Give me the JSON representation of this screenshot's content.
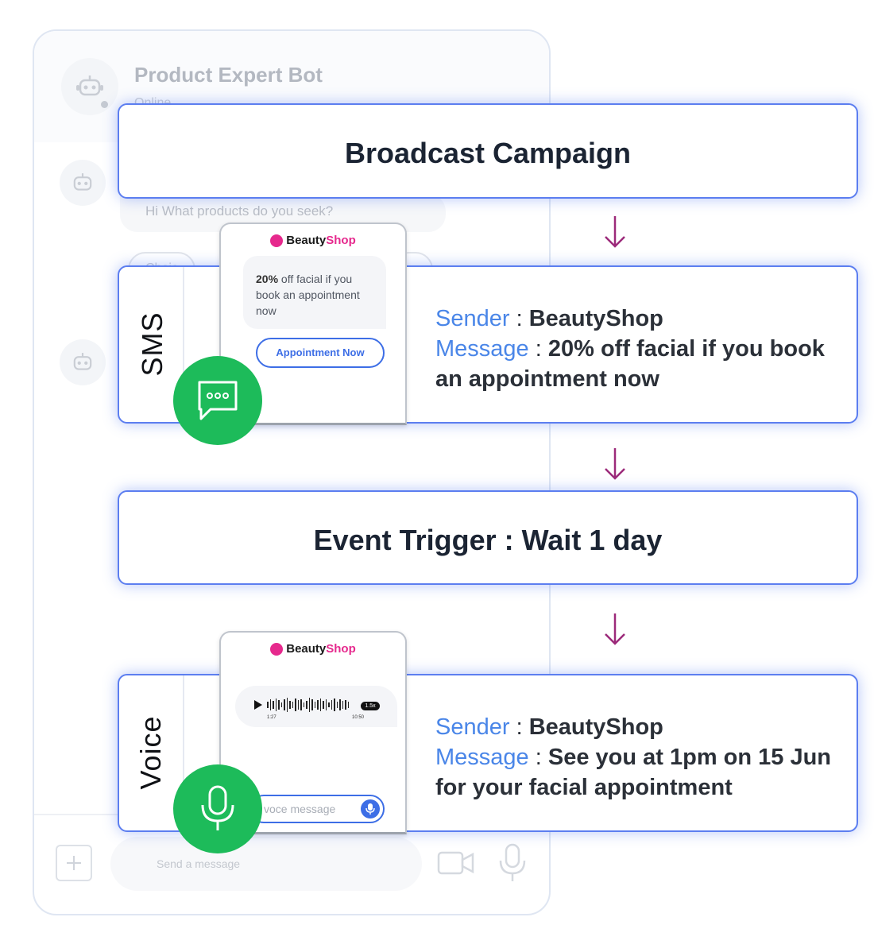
{
  "background_window": {
    "bot_name": "Product Expert Bot",
    "bot_status": "Online",
    "greeting": "Hi  What products do you seek?",
    "chip_1": "Choic",
    "message_placeholder": "Send a message"
  },
  "flow": {
    "broadcast": {
      "title": "Broadcast Campaign"
    },
    "sms": {
      "channel": "SMS",
      "sender_key": "Sender",
      "sender_value": "BeautyShop",
      "message_key": "Message",
      "message_value": "20% off facial if you book an appointment now",
      "separator": ":"
    },
    "event": {
      "title": "Event Trigger : Wait 1 day"
    },
    "voice": {
      "channel": "Voice",
      "sender_key": "Sender",
      "sender_value": "BeautyShop",
      "message_key": "Message",
      "message_value": "See you at 1pm on 15 Jun for your facial appointment",
      "separator": ":"
    }
  },
  "sms_phone": {
    "brand_part1": "Beauty",
    "brand_part2": "Shop",
    "bubble_bold": "20%",
    "bubble_rest": " off facial if you book an appointment now",
    "button_label": "Appointment Now"
  },
  "voice_phone": {
    "brand_part1": "Beauty",
    "brand_part2": "Shop",
    "time_elapsed": "1:27",
    "time_total": "10:50",
    "speed": "1.5x",
    "input_placeholder": "voce message"
  },
  "colors": {
    "box_border": "#5c7ef0",
    "arrow": "#9c2a7a",
    "key_text": "#4a86e8",
    "brand_pink": "#e6298d",
    "green": "#1dbb5a",
    "button_blue": "#3d6ee6"
  },
  "icons": [
    "robot-icon",
    "arrow-down-icon",
    "chat-bubble-icon",
    "microphone-icon",
    "play-icon",
    "plus-icon",
    "video-camera-icon"
  ]
}
